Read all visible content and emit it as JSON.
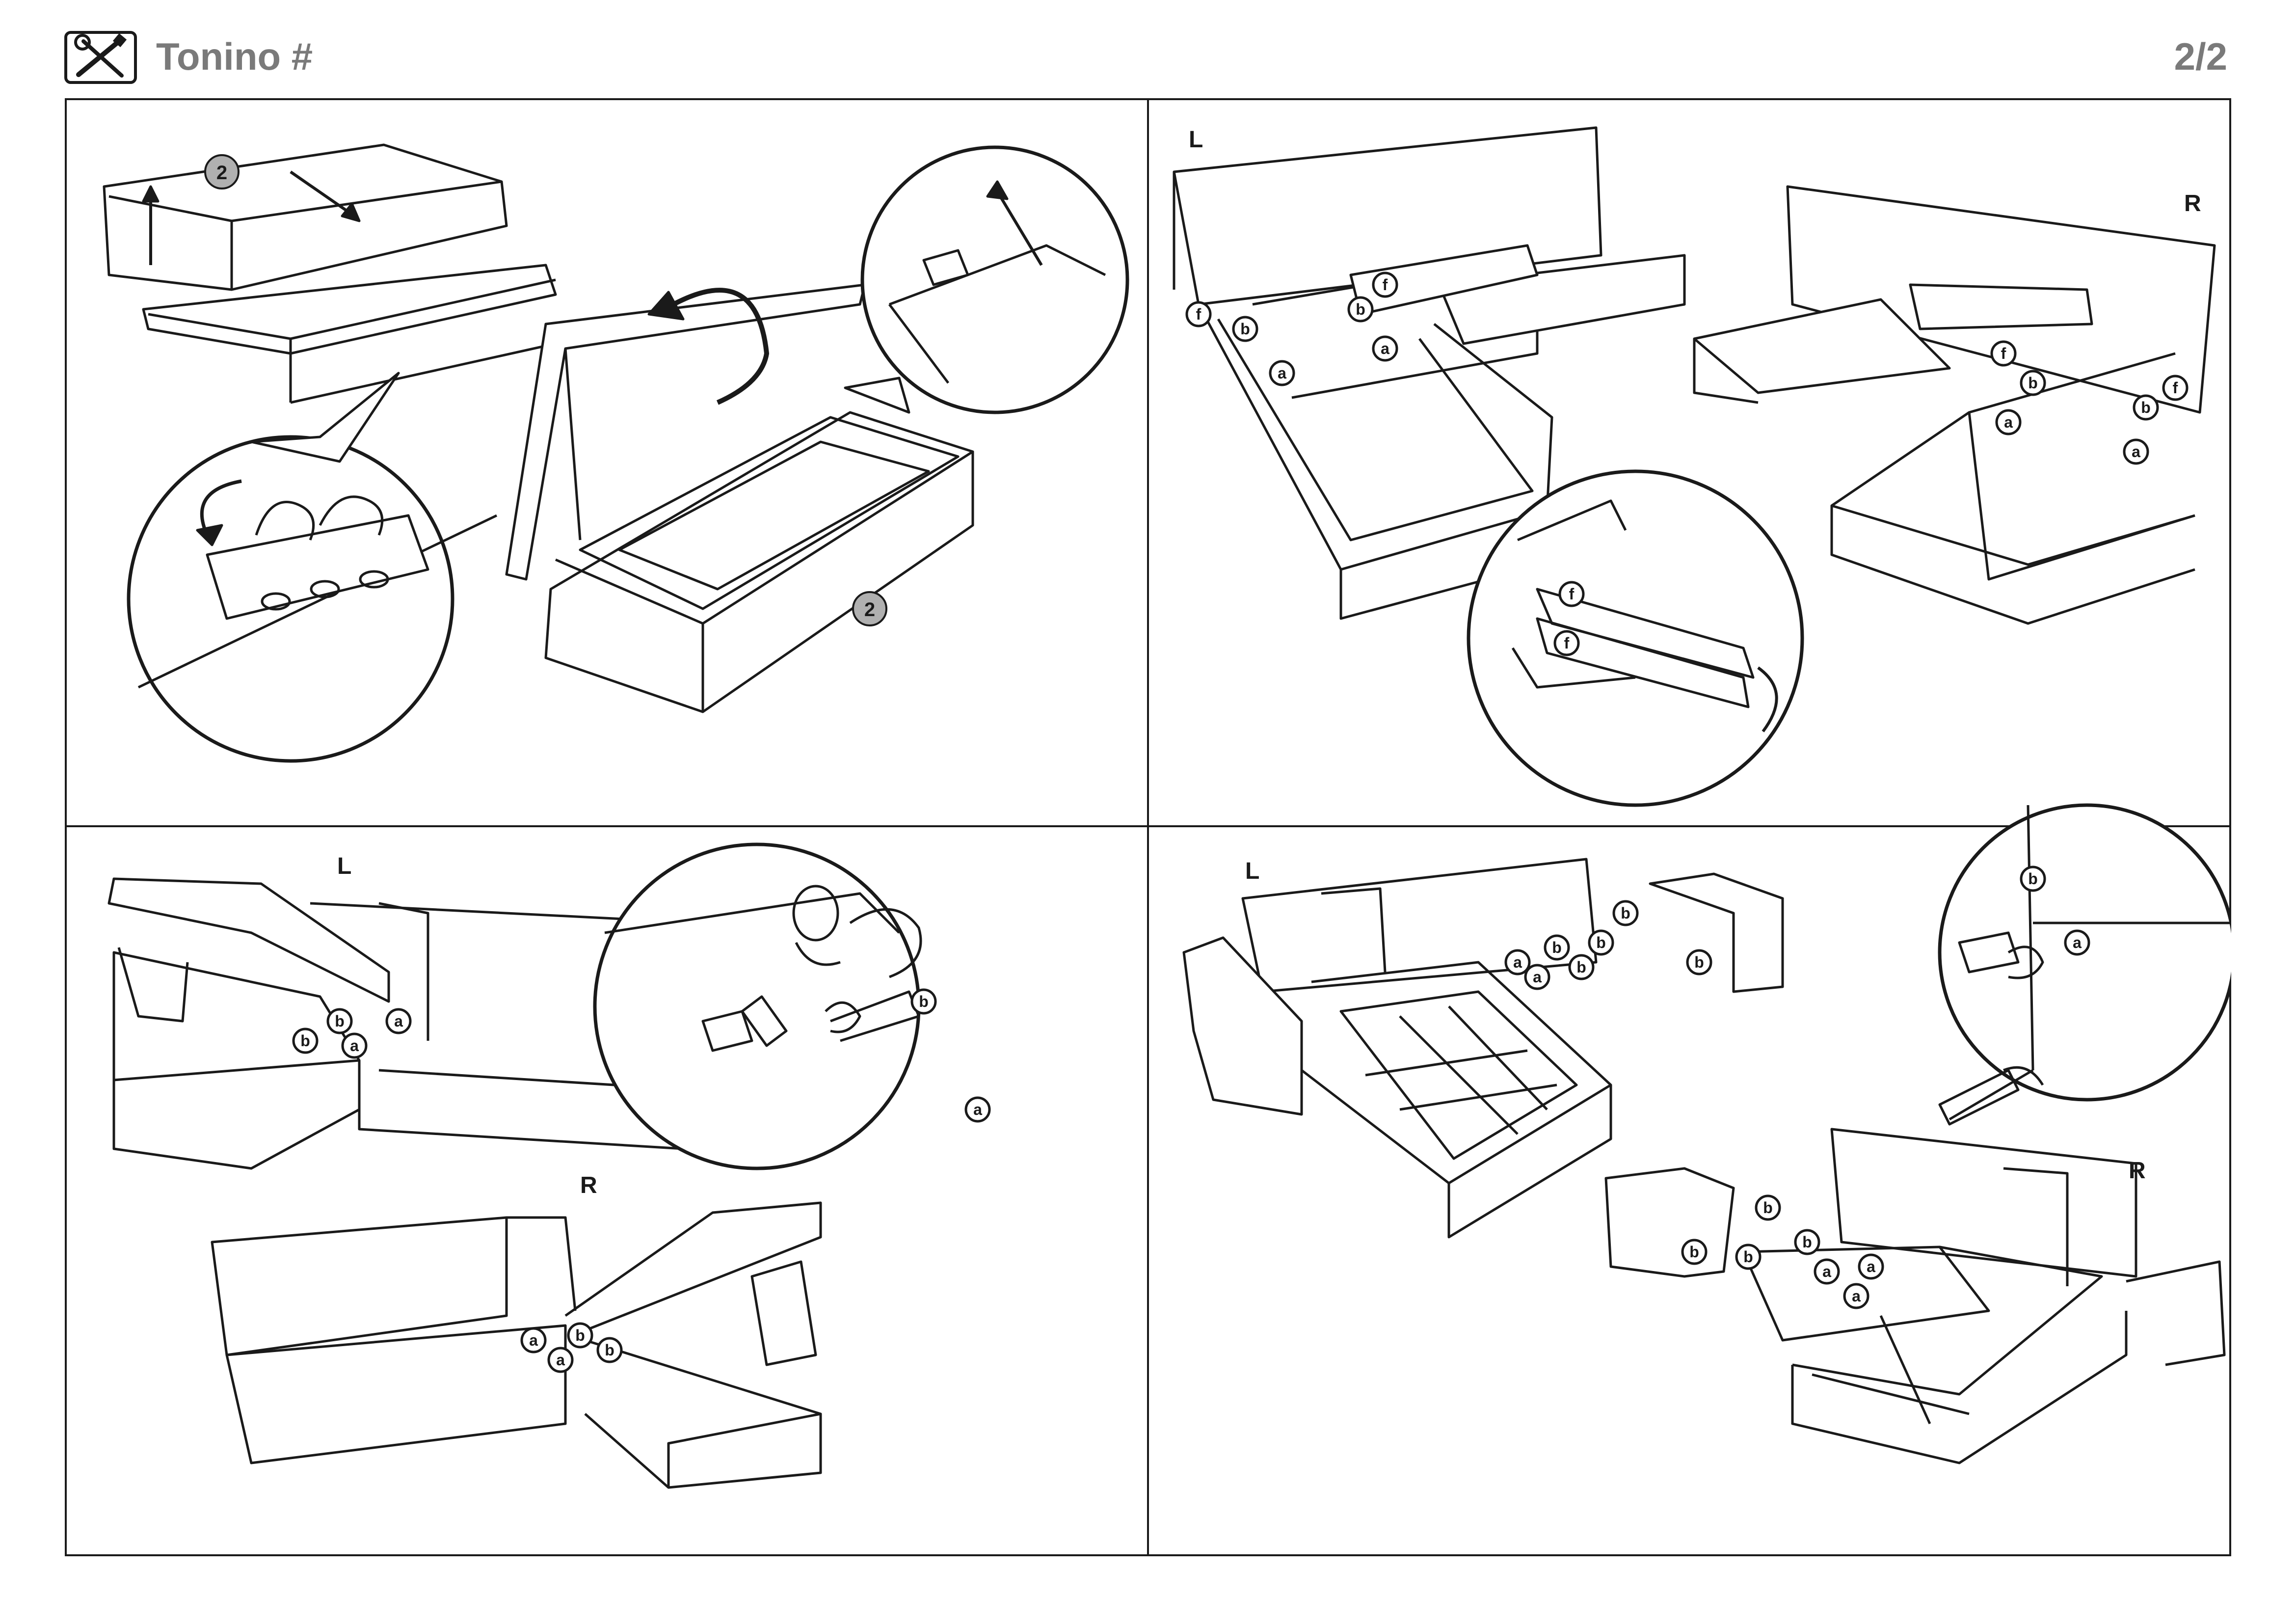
{
  "header": {
    "title": "Tonino #",
    "page_indicator": "2/2",
    "tools_icon": "wrench-screwdriver-icon"
  },
  "panels": {
    "top_left": {
      "step_badge": "2",
      "step_badge_second": "2"
    },
    "top_right": {
      "side_left": "L",
      "side_right": "R",
      "callouts": [
        "f",
        "b",
        "a"
      ]
    },
    "bottom_left": {
      "side_left": "L",
      "side_right": "R",
      "callouts": [
        "a",
        "b"
      ]
    },
    "bottom_right": {
      "side_left": "L",
      "side_right": "R",
      "callouts": [
        "a",
        "b"
      ]
    }
  },
  "colors": {
    "line": "#1a1a1a",
    "header_text": "#7a7a7a",
    "badge_fill": "#b0b0b0"
  }
}
